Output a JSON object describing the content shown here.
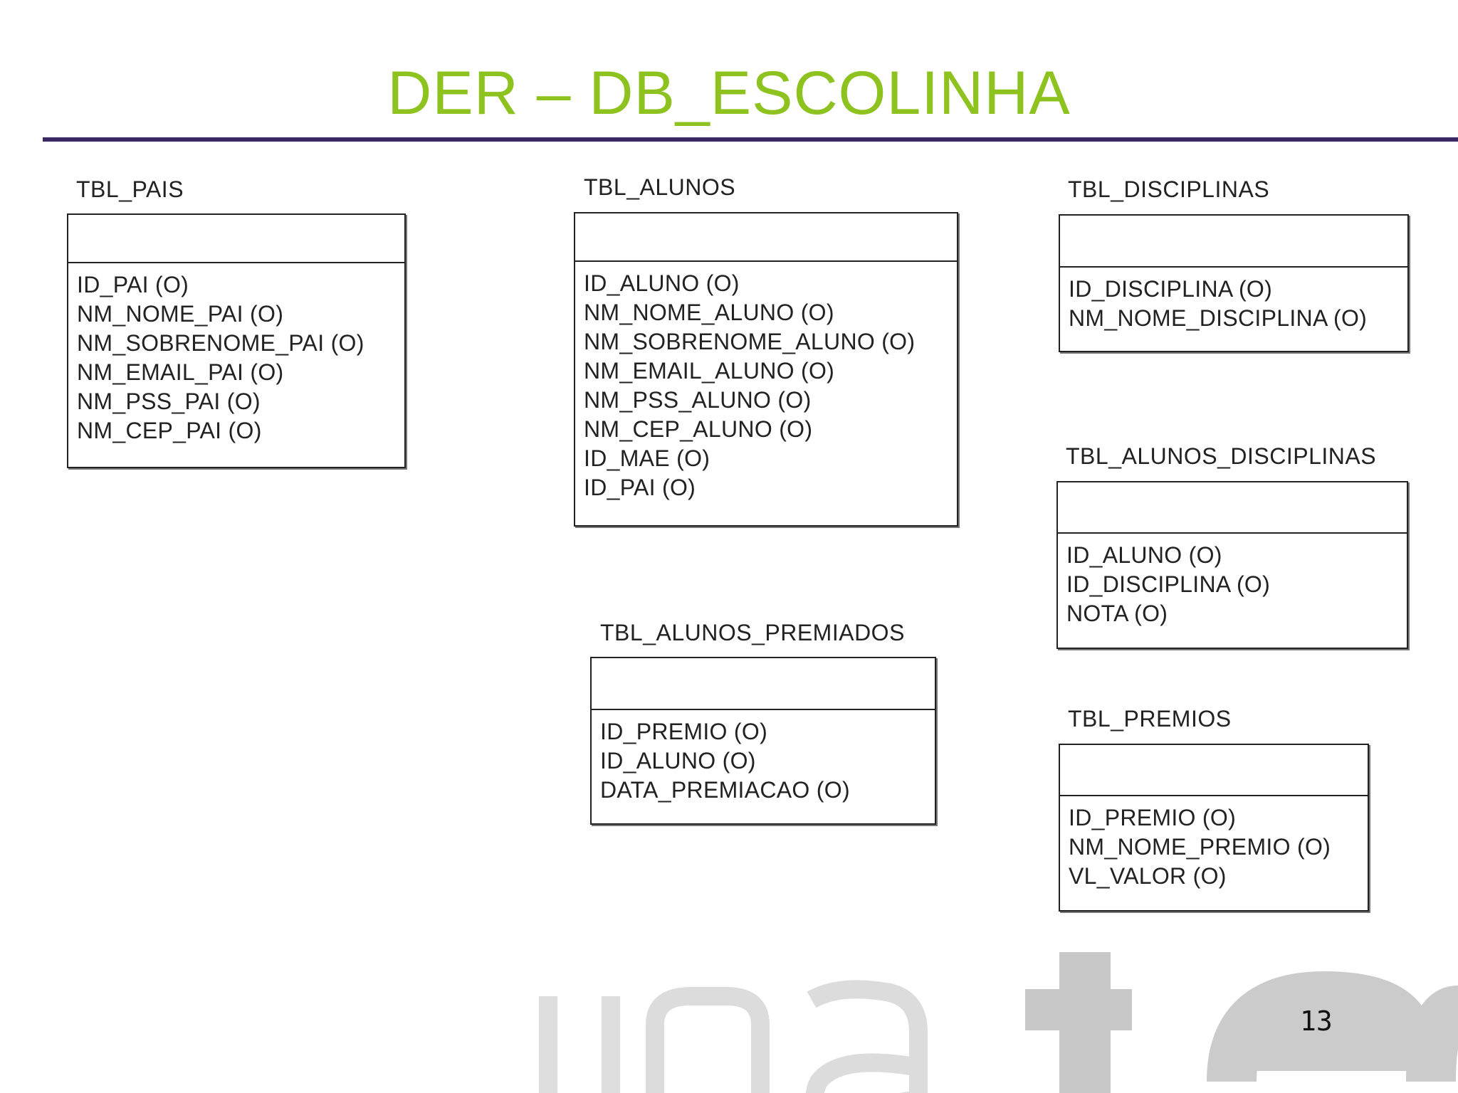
{
  "slide": {
    "title": "DER – DB_ESCOLINHA",
    "page_number": "13",
    "title_color": "#8dc21f",
    "rule_color": "#3a2a63"
  },
  "entities": {
    "pais": {
      "name": "TBL_PAIS",
      "fields": [
        "ID_PAI (O)",
        "NM_NOME_PAI (O)",
        "NM_SOBRENOME_PAI (O)",
        "NM_EMAIL_PAI (O)",
        "NM_PSS_PAI (O)",
        "NM_CEP_PAI (O)"
      ]
    },
    "alunos": {
      "name": "TBL_ALUNOS",
      "fields": [
        "ID_ALUNO (O)",
        "NM_NOME_ALUNO (O)",
        "NM_SOBRENOME_ALUNO (O)",
        "NM_EMAIL_ALUNO (O)",
        "NM_PSS_ALUNO (O)",
        "NM_CEP_ALUNO (O)",
        "ID_MAE (O)",
        "ID_PAI (O)"
      ]
    },
    "disciplinas": {
      "name": "TBL_DISCIPLINAS",
      "fields": [
        "ID_DISCIPLINA (O)",
        "NM_NOME_DISCIPLINA (O)"
      ]
    },
    "alunos_disciplinas": {
      "name": "TBL_ALUNOS_DISCIPLINAS",
      "fields": [
        "ID_ALUNO (O)",
        "ID_DISCIPLINA (O)",
        "NOTA (O)"
      ]
    },
    "alunos_premiados": {
      "name": "TBL_ALUNOS_PREMIADOS",
      "fields": [
        "ID_PREMIO (O)",
        "ID_ALUNO (O)",
        "DATA_PREMIACAO (O)"
      ]
    },
    "premios": {
      "name": "TBL_PREMIOS",
      "fields": [
        "ID_PREMIO (O)",
        "NM_NOME_PREMIO (O)",
        "VL_VALOR (O)"
      ]
    }
  }
}
